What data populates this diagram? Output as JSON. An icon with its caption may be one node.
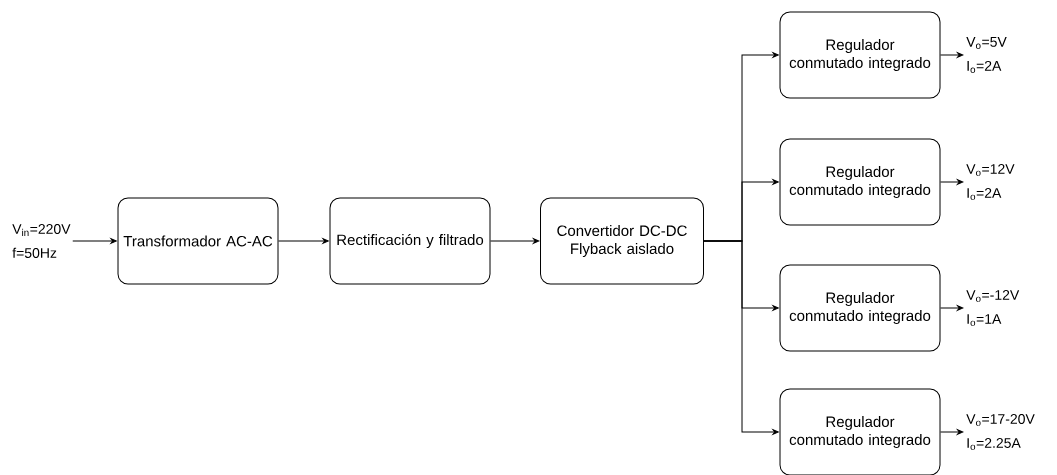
{
  "diagram": {
    "nodes": [
      {
        "text": [
          "V$_{in}$=220V",
          "f=50Hz"
        ]
      },
      {
        "text": [
          "Transformador AC-AC"
        ]
      },
      {
        "text": [
          "Rectificación y filtrado"
        ]
      },
      {
        "text": [
          "Convertidor DC-DC Flyback aislado"
        ]
      },
      {
        "text": [
          "Regulador conmutado integrado"
        ]
      },
      {
        "text": [
          "Regulador conmutado integrado"
        ]
      },
      {
        "text": [
          "Regulador conmutado integrado"
        ]
      },
      {
        "text": [
          "Regulador conmutado integrado"
        ]
      },
      {
        "text": [
          "V$_{o}$=5V",
          "I$_{o}$=2A"
        ]
      },
      {
        "text": [
          "V$_{o}$=12V",
          "I$_{o}$=2A"
        ]
      },
      {
        "text": [
          "V$_{o}$=-12V",
          "I$_{o}$=1A"
        ]
      },
      {
        "text": [
          "V$_{o}$=17-20V",
          "I$_{o}$=2.25A"
        ]
      }
    ],
    "edges": [
      {
        "from": 0,
        "to": 1,
        "arrow": "to"
      },
      {
        "from": 1,
        "to": 2,
        "arrow": "to"
      },
      {
        "from": 2,
        "to": 3,
        "arrow": "to"
      },
      {
        "from": 3,
        "to": 4,
        "arrow": "to"
      },
      {
        "from": 3,
        "to": 5,
        "arrow": "to"
      },
      {
        "from": 3,
        "to": 6,
        "arrow": "to"
      },
      {
        "from": 3,
        "to": 7,
        "arrow": "to"
      },
      {
        "from": 4,
        "to": 8,
        "arrow": "to"
      },
      {
        "from": 5,
        "to": 9,
        "arrow": "to"
      },
      {
        "from": 6,
        "to": 10,
        "arrow": "to"
      },
      {
        "from": 7,
        "to": 11,
        "arrow": "to"
      }
    ]
  }
}
